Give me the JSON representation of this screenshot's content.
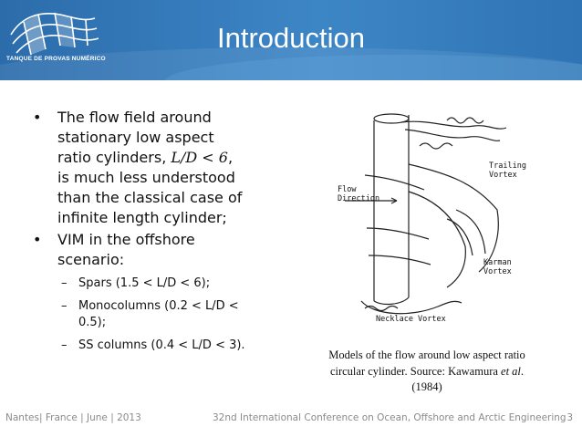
{
  "header": {
    "title": "Introduction",
    "logo_text": "TANQUE DE PROVAS NUMÉRICO"
  },
  "bullets": [
    {
      "text_lines": [
        "The flow field around",
        "stationary low aspect",
        "ratio cylinders, "
      ],
      "math": "L/D < 6",
      "after_math": ",",
      "more_lines": [
        "is much less understood",
        "than the classical case of",
        "infinite length cylinder;"
      ]
    },
    {
      "lines": [
        "VIM in the offshore",
        "scenario:"
      ]
    }
  ],
  "sub_bullets": [
    {
      "lines": [
        "Spars (1.5 < L/D < 6);"
      ]
    },
    {
      "lines": [
        "Monocolumns (0.2 < L/D <",
        "0.5);"
      ]
    },
    {
      "lines": [
        "SS columns (0.4 < L/D < 3)."
      ]
    }
  ],
  "figure": {
    "labels": {
      "trailing": [
        "Trailing",
        "Vortex"
      ],
      "flow": [
        "Flow",
        "Direction"
      ],
      "karman": [
        "Karman",
        "Vortex"
      ],
      "necklace": "Necklace Vortex"
    }
  },
  "caption": {
    "line1": "Models of the flow around low aspect ratio",
    "line2_prefix": "circular cylinder. Source: Kawamura ",
    "line2_italic": "et al",
    "line2_suffix": ".",
    "line3": "(1984)"
  },
  "footer": {
    "left": "Nantes| France | June | 2013",
    "center": "32nd International Conference on Ocean, Offshore and Arctic Engineering",
    "page": "3"
  },
  "colors": {
    "header_blue": "#2f72b0",
    "title_text": "#ffffff",
    "footer_text": "#8a8a8a"
  }
}
